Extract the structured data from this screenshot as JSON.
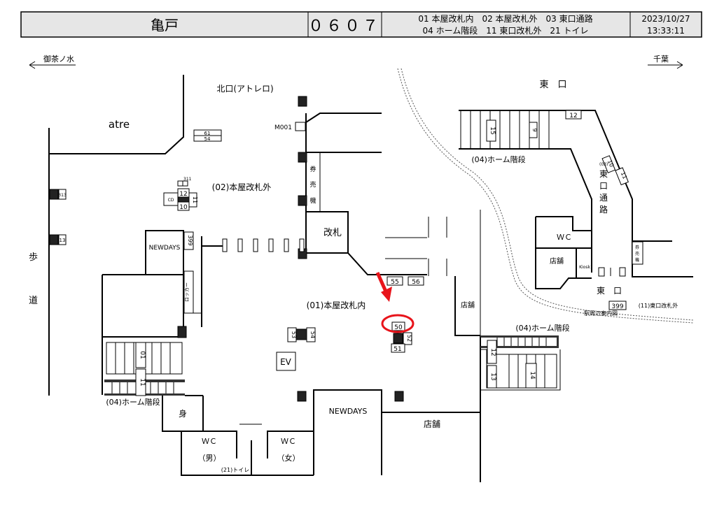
{
  "header": {
    "station": "亀戸",
    "code": "０６０７",
    "legend_line1": "01 本屋改札内　02 本屋改札外　03 東口通路",
    "legend_line2": "04 ホーム階段　11 東口改札外　21 トイレ",
    "date": "2023/10/27",
    "time": "13:33:11"
  },
  "directions": {
    "left": "御茶ノ水",
    "right": "千葉"
  },
  "areas": {
    "north_exit": "北口(アトレロ)",
    "atre": "atre",
    "honya_outside": "(02)本屋改札外",
    "honya_inside": "(01)本屋改札内",
    "east_exit_top": "東　口",
    "east_exit": "東　口",
    "east_passage": [
      "東",
      "口",
      "通",
      "路"
    ],
    "east_passage_code": "(03)",
    "east_outside": "(11)東口改札外",
    "station_map": "駅周辺案内図",
    "sidewalk": [
      "歩",
      "道"
    ],
    "platform_stairs_left": "(04)ホーム階段",
    "platform_stairs_right": "(04)ホーム階段",
    "platform_stairs_top": "(04)ホーム階段",
    "toilet": "(21)トイレ"
  },
  "facilities": {
    "ticket_gate": "改札",
    "ticket_machines": [
      "券",
      "売",
      "機"
    ],
    "ticket_machines_east": [
      "券",
      "売",
      "機"
    ],
    "newdays_left": "NEWDAYS",
    "newdays_center": "NEWDAYS",
    "locker": "ロッカー",
    "ev": "EV",
    "wc_men": "ＷＣ",
    "wc_men_sub": "（男）",
    "wc_women": "ＷＣ",
    "wc_women_sub": "（女）",
    "wc_east": "ＷＣ",
    "shop_east": "店舗",
    "kiosk": "Kiosk",
    "shop_mid": "店舗",
    "shop_bottom": "店舗",
    "disabled": "身",
    "cd": "CD",
    "m001": "M001"
  },
  "locations": {
    "l61": "61",
    "l54a": "54",
    "l311": "311",
    "l12a": "12",
    "l11a": "11",
    "l10a": "10",
    "l399a": "399",
    "l313": "313",
    "l13a": "13",
    "l01": "01",
    "l11b": "11",
    "l55": "55",
    "l56": "56",
    "l50": "50",
    "l51": "51",
    "l52": "52",
    "l53": "53",
    "l54b": "54",
    "l15": "15",
    "l9": "9",
    "l12b": "12",
    "l10b": "10",
    "l11c": "11",
    "l399b": "399",
    "l12c": "12",
    "l13b": "13",
    "l14": "14"
  },
  "highlight": {
    "target": "50",
    "color": "#e8141b"
  }
}
